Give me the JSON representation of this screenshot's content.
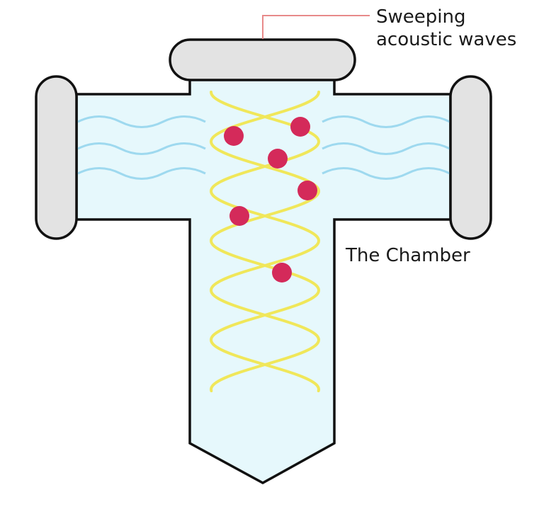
{
  "labels": {
    "sweeping_line1": "Sweeping",
    "sweeping_line2": "acoustic waves",
    "chamber": "The Chamber"
  },
  "colors": {
    "fluid": "#e6f8fc",
    "outline": "#111111",
    "transducer": "#e3e3e3",
    "horizontal_waves": "#9ed9ef",
    "standing_waves": "#f0e75a",
    "particles": "#d42a5a",
    "leader_line": "#e88a8a"
  },
  "particles_count": 6
}
